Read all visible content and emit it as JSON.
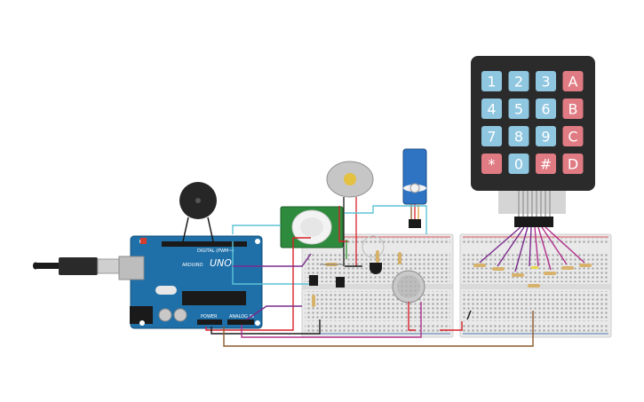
{
  "keypad": {
    "keys": [
      {
        "label": "1",
        "kind": "digit"
      },
      {
        "label": "2",
        "kind": "digit"
      },
      {
        "label": "3",
        "kind": "digit"
      },
      {
        "label": "A",
        "kind": "letter"
      },
      {
        "label": "4",
        "kind": "digit"
      },
      {
        "label": "5",
        "kind": "digit"
      },
      {
        "label": "6",
        "kind": "digit"
      },
      {
        "label": "B",
        "kind": "letter"
      },
      {
        "label": "7",
        "kind": "digit"
      },
      {
        "label": "8",
        "kind": "digit"
      },
      {
        "label": "9",
        "kind": "digit"
      },
      {
        "label": "C",
        "kind": "letter"
      },
      {
        "label": "*",
        "kind": "letter"
      },
      {
        "label": "0",
        "kind": "digit"
      },
      {
        "label": "#",
        "kind": "letter"
      },
      {
        "label": "D",
        "kind": "letter"
      }
    ],
    "colors": {
      "body": "#2b2b2b",
      "digit": "#8fc6e0",
      "letter": "#e07b83"
    }
  },
  "arduino": {
    "brand": "ARDUINO",
    "model": "UNO",
    "power_label": "POWER",
    "analog_label": "ANALOG IN",
    "digital_label": "DIGITAL (PWM~)",
    "color": "#1f6fa8"
  },
  "wire_colors": {
    "red": "#d8232a",
    "black": "#1a1a1a",
    "purple": "#7a2b8c",
    "cyan": "#5ec4d6",
    "brown": "#8b5a2b",
    "green": "#3b9a3b",
    "magenta": "#b0308a"
  },
  "components": [
    {
      "name": "piezo-buzzer"
    },
    {
      "name": "dc-motor"
    },
    {
      "name": "micro-servo"
    },
    {
      "name": "pir-sensor"
    },
    {
      "name": "gas-sensor"
    },
    {
      "name": "breadboard-left"
    },
    {
      "name": "breadboard-right"
    }
  ]
}
